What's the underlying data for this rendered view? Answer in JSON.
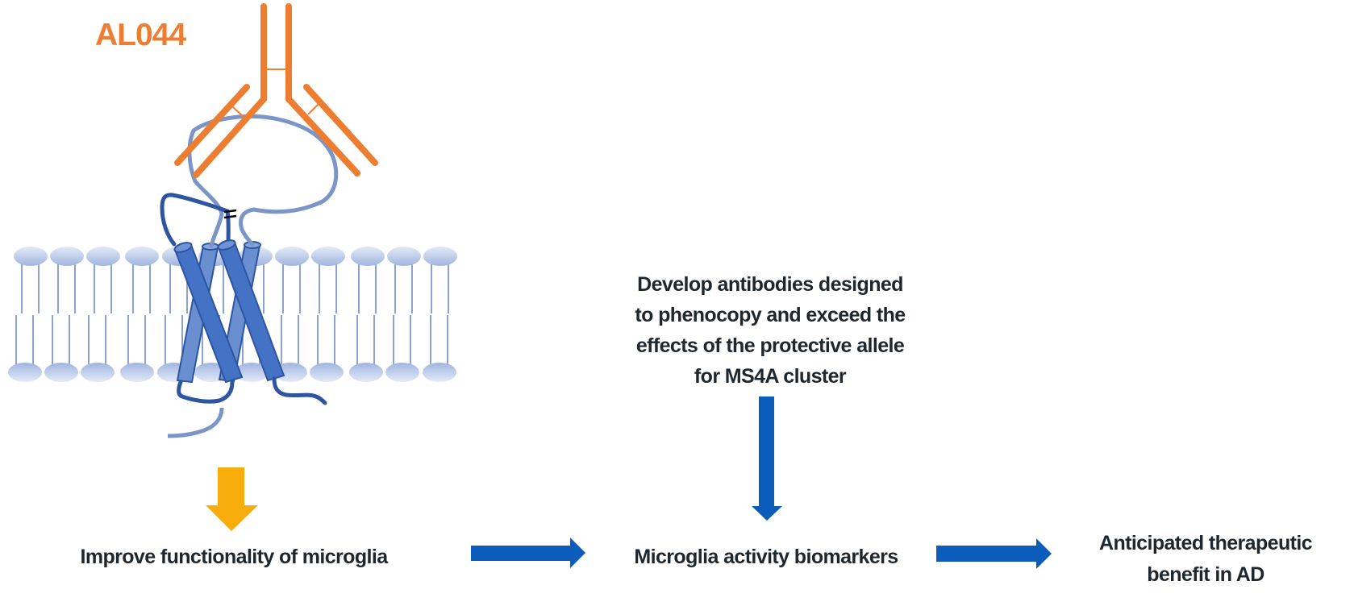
{
  "title": "AL044",
  "labels": {
    "develop": [
      "Develop antibodies designed",
      "to phenocopy and exceed the",
      "effects of the protective allele",
      "for MS4A cluster"
    ],
    "improve": "Improve functionality of microglia",
    "biomarkers": "Microglia activity biomarkers",
    "benefit": [
      "Anticipated therapeutic",
      "benefit in AD"
    ]
  },
  "colors": {
    "antibody": "#ed7d31",
    "flow_arrow": "#0b5cbb",
    "effect_arrow": "#f9ad0c",
    "helix_front": "#4472c4",
    "helix_back": "#6a8fd0",
    "loop_dark": "#2e55a0",
    "loop_light": "#7a95c6",
    "lipid": "#a9bde3",
    "text": "#1e272d"
  },
  "icons": {
    "antibody": "antibody-icon",
    "membrane": "lipid-bilayer-icon",
    "receptor": "ms4a-receptor-icon"
  }
}
